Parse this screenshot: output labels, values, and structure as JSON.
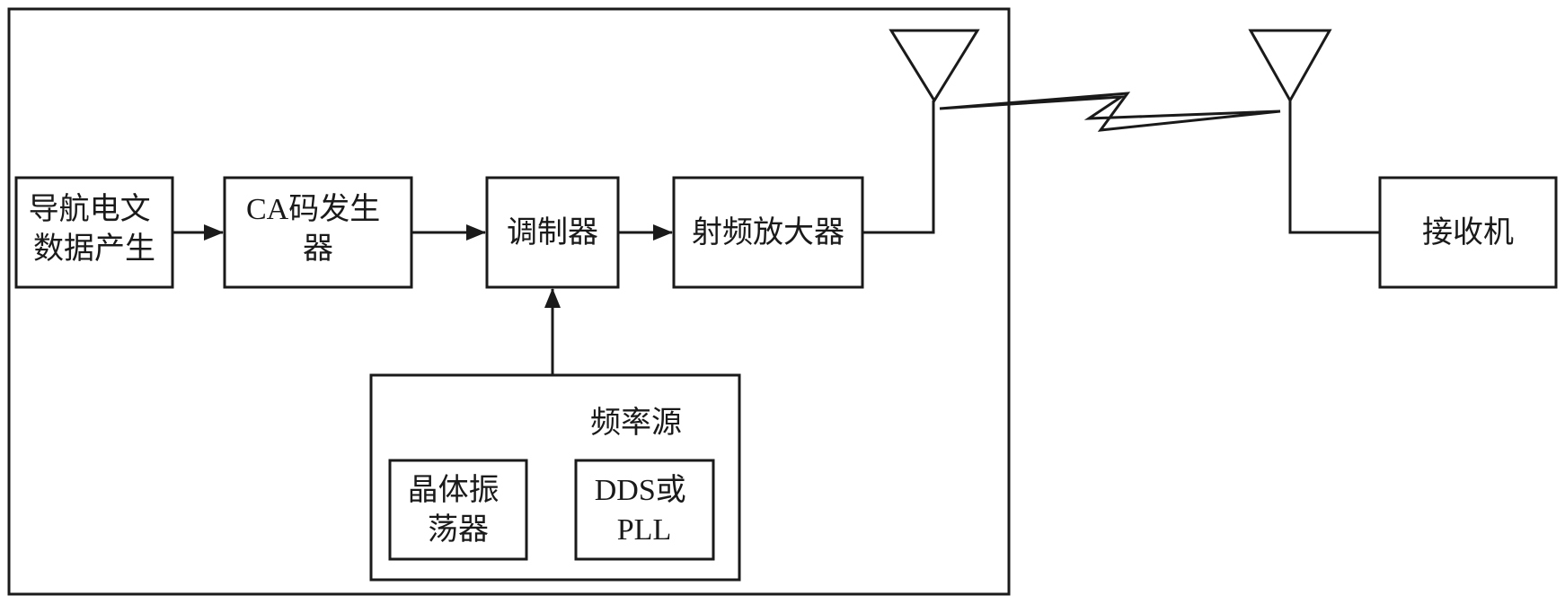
{
  "blocks": {
    "nav_data": [
      "导航电文",
      "数据产生"
    ],
    "ca_gen": [
      "CA码发生",
      "器"
    ],
    "modulator": [
      "调制器"
    ],
    "rf_amp": [
      "射频放大器"
    ],
    "receiver": [
      "接收机"
    ],
    "freq_source_title": "频率源",
    "crystal": [
      "晶体振",
      "荡器"
    ],
    "dds_pll": [
      "DDS或",
      "PLL"
    ]
  }
}
